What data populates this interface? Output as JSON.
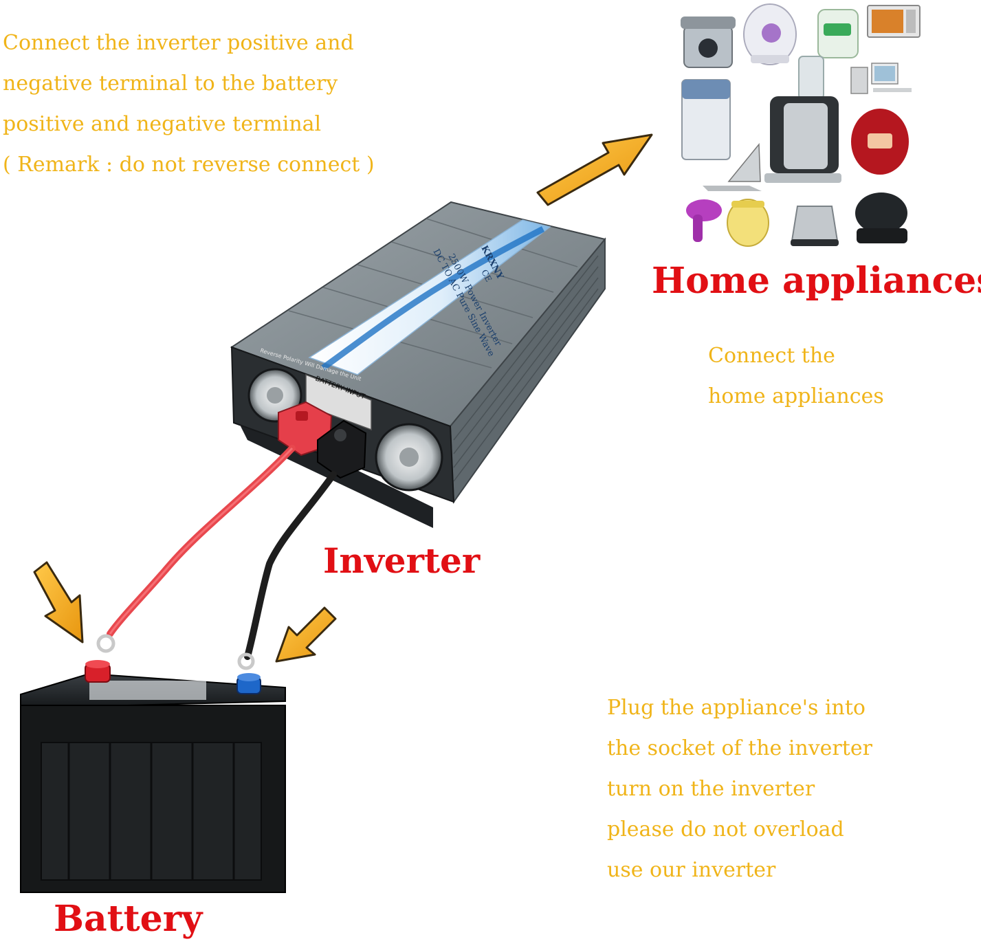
{
  "instructions": {
    "battery_connection": [
      "Connect the inverter positive and",
      "negative terminal to the battery",
      "positive and negative terminal",
      "( Remark : do not reverse connect )"
    ],
    "appliance_connection": [
      "Connect the",
      "home appliances"
    ],
    "usage": [
      "Plug the appliance's into",
      "the socket of the inverter",
      "turn on the inverter",
      "please do not overload",
      "use our inverter"
    ]
  },
  "labels": {
    "home_appliances": "Home appliances",
    "inverter": "Inverter",
    "battery": "Battery"
  },
  "inverter_front": {
    "brand": "KRXNY",
    "model": "2500W Power Inverter",
    "spec": "DC TO AC Pure Sine Wave",
    "certification": "CE",
    "warning": "Reverse Polarity Will Damage the Unit",
    "input_panel": "BATTERY INPUT"
  },
  "colors": {
    "note_text": "#f0b419",
    "label_text": "#e10f14",
    "arrow_fill": "#f5a91c",
    "positive_cable": "#e8484e",
    "negative_cable": "#1e1e1e",
    "inverter_body": "#7e878c",
    "battery_body": "#1a1a1a"
  }
}
